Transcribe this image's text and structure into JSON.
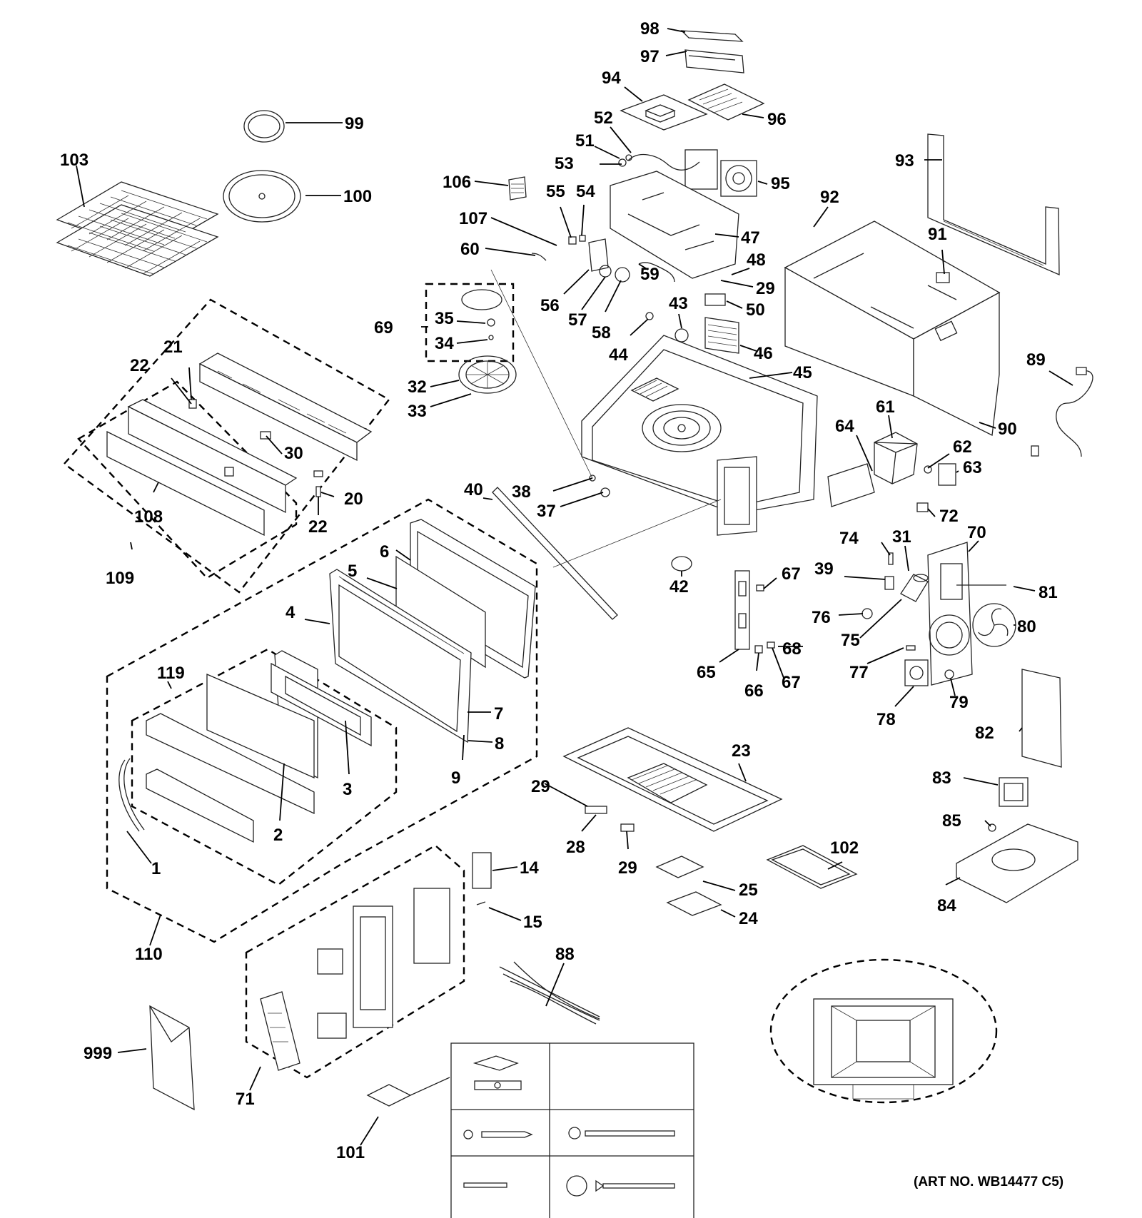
{
  "diagram": {
    "art_number": "(ART NO. WB14477 C5)",
    "callouts": [
      {
        "id": "98",
        "text": "98"
      },
      {
        "id": "97",
        "text": "97"
      },
      {
        "id": "94",
        "text": "94"
      },
      {
        "id": "96",
        "text": "96"
      },
      {
        "id": "99",
        "text": "99"
      },
      {
        "id": "52",
        "text": "52"
      },
      {
        "id": "51",
        "text": "51"
      },
      {
        "id": "53",
        "text": "53"
      },
      {
        "id": "95",
        "text": "95"
      },
      {
        "id": "93",
        "text": "93"
      },
      {
        "id": "103",
        "text": "103"
      },
      {
        "id": "100",
        "text": "100"
      },
      {
        "id": "106",
        "text": "106"
      },
      {
        "id": "55",
        "text": "55"
      },
      {
        "id": "54",
        "text": "54"
      },
      {
        "id": "92",
        "text": "92"
      },
      {
        "id": "107",
        "text": "107"
      },
      {
        "id": "47",
        "text": "47"
      },
      {
        "id": "91",
        "text": "91"
      },
      {
        "id": "60",
        "text": "60"
      },
      {
        "id": "48",
        "text": "48"
      },
      {
        "id": "29a",
        "text": "29"
      },
      {
        "id": "59",
        "text": "59"
      },
      {
        "id": "56",
        "text": "56"
      },
      {
        "id": "43",
        "text": "43"
      },
      {
        "id": "50",
        "text": "50"
      },
      {
        "id": "57",
        "text": "57"
      },
      {
        "id": "35",
        "text": "35"
      },
      {
        "id": "69",
        "text": "69"
      },
      {
        "id": "58",
        "text": "58"
      },
      {
        "id": "34",
        "text": "34"
      },
      {
        "id": "44",
        "text": "44"
      },
      {
        "id": "46",
        "text": "46"
      },
      {
        "id": "21",
        "text": "21"
      },
      {
        "id": "22a",
        "text": "22"
      },
      {
        "id": "45",
        "text": "45"
      },
      {
        "id": "89",
        "text": "89"
      },
      {
        "id": "32",
        "text": "32"
      },
      {
        "id": "33",
        "text": "33"
      },
      {
        "id": "61",
        "text": "61"
      },
      {
        "id": "64",
        "text": "64"
      },
      {
        "id": "90",
        "text": "90"
      },
      {
        "id": "30",
        "text": "30"
      },
      {
        "id": "62",
        "text": "62"
      },
      {
        "id": "63",
        "text": "63"
      },
      {
        "id": "20",
        "text": "20"
      },
      {
        "id": "40",
        "text": "40"
      },
      {
        "id": "38",
        "text": "38"
      },
      {
        "id": "108",
        "text": "108"
      },
      {
        "id": "22b",
        "text": "22"
      },
      {
        "id": "37",
        "text": "37"
      },
      {
        "id": "72",
        "text": "72"
      },
      {
        "id": "6",
        "text": "6"
      },
      {
        "id": "74",
        "text": "74"
      },
      {
        "id": "70",
        "text": "70"
      },
      {
        "id": "31",
        "text": "31"
      },
      {
        "id": "109",
        "text": "109"
      },
      {
        "id": "5",
        "text": "5"
      },
      {
        "id": "42",
        "text": "42"
      },
      {
        "id": "39",
        "text": "39"
      },
      {
        "id": "67a",
        "text": "67"
      },
      {
        "id": "81",
        "text": "81"
      },
      {
        "id": "4",
        "text": "4"
      },
      {
        "id": "76",
        "text": "76"
      },
      {
        "id": "80",
        "text": "80"
      },
      {
        "id": "75",
        "text": "75"
      },
      {
        "id": "68",
        "text": "68"
      },
      {
        "id": "65",
        "text": "65"
      },
      {
        "id": "77",
        "text": "77"
      },
      {
        "id": "119",
        "text": "119"
      },
      {
        "id": "66",
        "text": "66"
      },
      {
        "id": "67b",
        "text": "67"
      },
      {
        "id": "79",
        "text": "79"
      },
      {
        "id": "7",
        "text": "7"
      },
      {
        "id": "78",
        "text": "78"
      },
      {
        "id": "82",
        "text": "82"
      },
      {
        "id": "8",
        "text": "8"
      },
      {
        "id": "3",
        "text": "3"
      },
      {
        "id": "23",
        "text": "23"
      },
      {
        "id": "9",
        "text": "9"
      },
      {
        "id": "83",
        "text": "83"
      },
      {
        "id": "29b",
        "text": "29"
      },
      {
        "id": "2",
        "text": "2"
      },
      {
        "id": "85",
        "text": "85"
      },
      {
        "id": "28",
        "text": "28"
      },
      {
        "id": "102",
        "text": "102"
      },
      {
        "id": "29c",
        "text": "29"
      },
      {
        "id": "14",
        "text": "14"
      },
      {
        "id": "1",
        "text": "1"
      },
      {
        "id": "25",
        "text": "25"
      },
      {
        "id": "84",
        "text": "84"
      },
      {
        "id": "24",
        "text": "24"
      },
      {
        "id": "15",
        "text": "15"
      },
      {
        "id": "110",
        "text": "110"
      },
      {
        "id": "88",
        "text": "88"
      },
      {
        "id": "999",
        "text": "999"
      },
      {
        "id": "71",
        "text": "71"
      },
      {
        "id": "101",
        "text": "101"
      }
    ]
  }
}
